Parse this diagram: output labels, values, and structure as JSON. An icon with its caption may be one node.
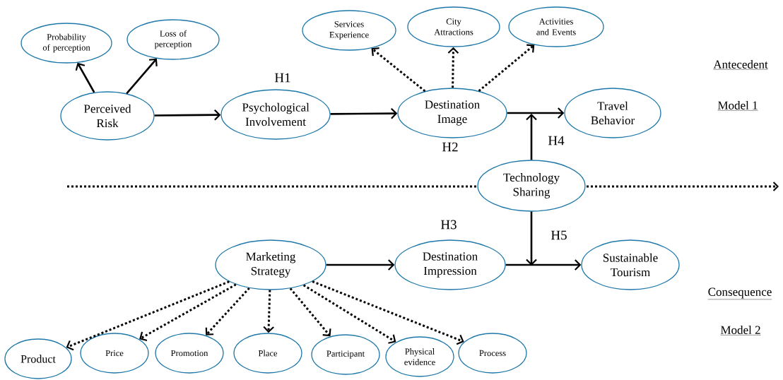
{
  "diagram": {
    "nodes": [
      {
        "text": [
          "Probability of perception"
        ]
      },
      {
        "text": [
          "Loss of perception"
        ]
      },
      {
        "text": [
          "Services Experience"
        ]
      },
      {
        "text": [
          "City Attractions"
        ]
      },
      {
        "text": [
          "Activities and Events"
        ]
      },
      {
        "text": [
          "Perceived Risk"
        ]
      },
      {
        "text": [
          "Psychological Involvement"
        ]
      },
      {
        "text": [
          "Destination Image"
        ]
      },
      {
        "text": [
          "Travel Behavior"
        ]
      },
      {
        "text": [
          "Technology Sharing"
        ]
      },
      {
        "text": [
          "Marketing Strategy"
        ]
      },
      {
        "text": [
          "Destination Impression"
        ]
      },
      {
        "text": [
          "Sustainable Tourism"
        ]
      },
      {
        "text": [
          "Product"
        ]
      },
      {
        "text": [
          "Price"
        ]
      },
      {
        "text": [
          "Promotion"
        ]
      },
      {
        "text": [
          "Place"
        ]
      },
      {
        "text": [
          "Participant"
        ]
      },
      {
        "text": [
          "Physical evidence"
        ]
      },
      {
        "text": [
          "Process"
        ]
      }
    ],
    "edges": [
      {
        "from": 5,
        "to": 0,
        "arrow": "to"
      },
      {
        "from": 5,
        "to": 1,
        "arrow": "to"
      },
      {
        "from": 5,
        "to": 6,
        "arrow": "to"
      },
      {
        "from": 6,
        "to": 7,
        "arrow": "to"
      },
      {
        "from": 7,
        "to": 2,
        "arrow": "to",
        "style": "dashed"
      },
      {
        "from": 7,
        "to": 3,
        "arrow": "to",
        "style": "dashed"
      },
      {
        "from": 7,
        "to": 4,
        "arrow": "to",
        "style": "dashed"
      },
      {
        "from": 7,
        "to": 8,
        "arrow": "to"
      },
      {
        "from": 9,
        "to": null,
        "arrow": "to"
      },
      {
        "from": 9,
        "to": null,
        "arrow": "to"
      },
      {
        "from": 10,
        "to": 11,
        "arrow": "to"
      },
      {
        "from": 11,
        "to": 12,
        "arrow": "to"
      },
      {
        "from": 10,
        "to": 13,
        "arrow": "to",
        "style": "dashed"
      },
      {
        "from": 10,
        "to": 14,
        "arrow": "to",
        "style": "dashed"
      },
      {
        "from": 10,
        "to": 15,
        "arrow": "to",
        "style": "dashed"
      },
      {
        "from": 10,
        "to": 16,
        "arrow": "to",
        "style": "dashed"
      },
      {
        "from": 10,
        "to": 17,
        "arrow": "to",
        "style": "dashed"
      },
      {
        "from": 10,
        "to": 18,
        "arrow": "to",
        "style": "dashed"
      },
      {
        "from": 10,
        "to": 19,
        "arrow": "to",
        "style": "dashed"
      }
    ],
    "labels": [
      "H1",
      "Antecedent",
      "Model 1",
      "H2",
      "H4",
      "H3",
      "H5",
      "Consequence",
      "Model 2"
    ]
  }
}
